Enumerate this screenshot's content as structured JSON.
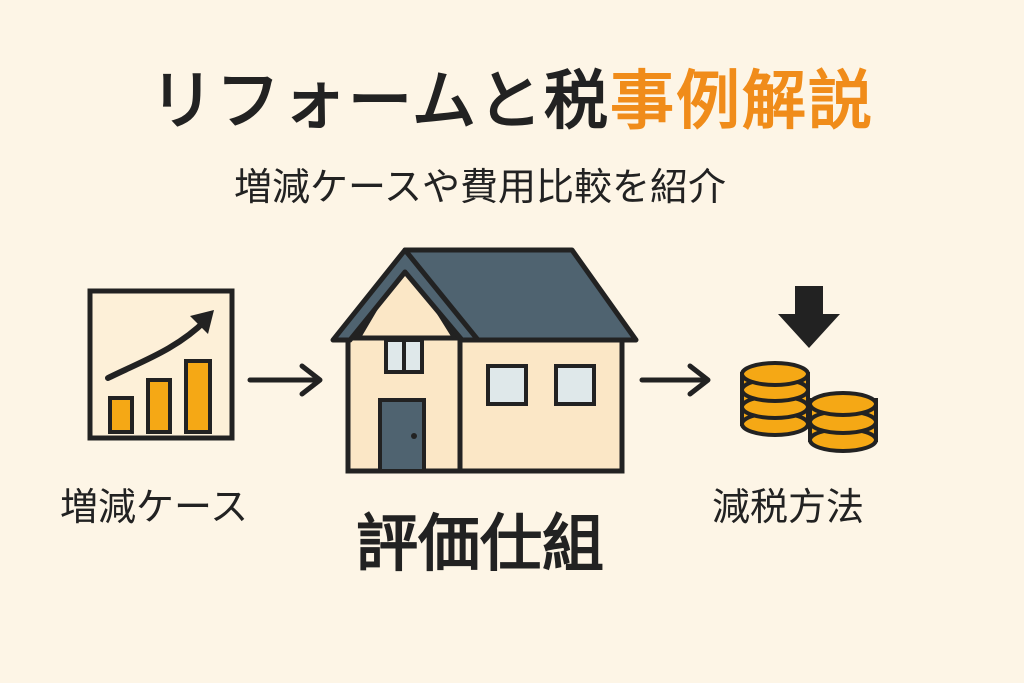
{
  "title": {
    "part_dark": "リフォームと税",
    "part_accent": "事例解説"
  },
  "subtitle": "増減ケースや費用比較を紹介",
  "steps": [
    {
      "label": "増減ケース",
      "icon": "bar-chart-growth-icon"
    },
    {
      "label": "評価仕組",
      "icon": "house-icon"
    },
    {
      "label": "減税方法",
      "icon": "coins-down-icon"
    }
  ],
  "colors": {
    "background": "#fdf5e6",
    "accent": "#f08c1a",
    "ink": "#222222",
    "roof": "#4f6370",
    "wall": "#fbe7c6",
    "coin": "#f5a815"
  }
}
